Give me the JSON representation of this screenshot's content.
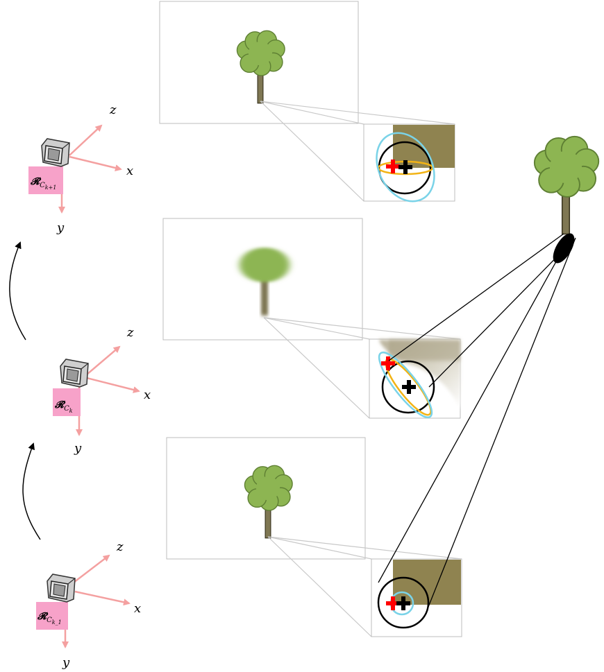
{
  "colors": {
    "axis": "#f4a0a0",
    "frame_label_bg": "#f7a2c9",
    "canopy": "#8db552",
    "canopy_stroke": "#5e7f33",
    "trunk": "#7f7753",
    "patch": "#8f8350",
    "ellipse_cyan": "#7ad3e8",
    "ellipse_yellow": "#f2b315",
    "cross_red": "#ff0000",
    "cross_black": "#000000"
  },
  "cameras": [
    {
      "id": "k+1",
      "frame_label": "𝓡",
      "frame_sub": "C",
      "frame_sub_index": "k+1",
      "x_label": "x",
      "y_label": "y",
      "z_label": "z"
    },
    {
      "id": "k",
      "frame_label": "𝓡",
      "frame_sub": "C",
      "frame_sub_index": "k",
      "x_label": "x",
      "y_label": "y",
      "z_label": "z"
    },
    {
      "id": "k-1",
      "frame_label": "𝓡",
      "frame_sub": "C",
      "frame_sub_index": "k_1",
      "x_label": "x",
      "y_label": "y",
      "z_label": "z"
    }
  ],
  "icons": [
    "camera-icon",
    "tree-icon",
    "cross-icon",
    "ellipse-icon"
  ]
}
